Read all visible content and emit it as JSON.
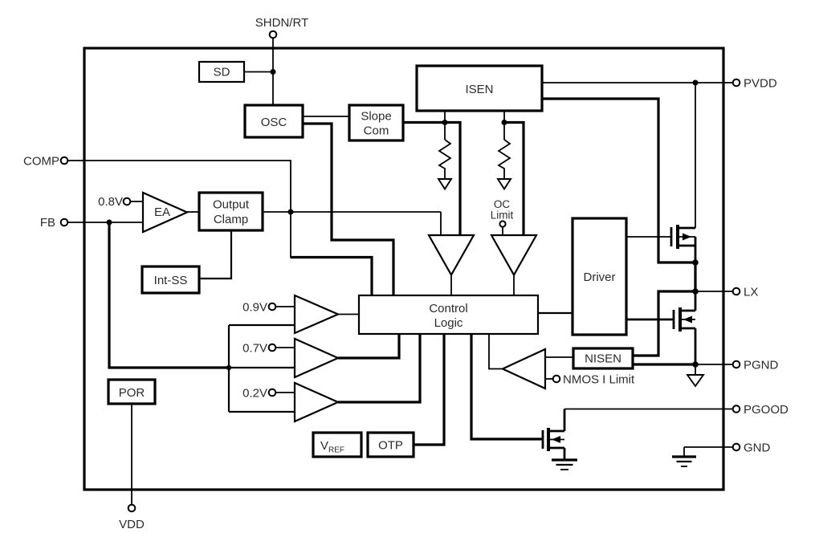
{
  "pins": {
    "shdn_rt": "SHDN/RT",
    "comp": "COMP",
    "fb": "FB",
    "vdd": "VDD",
    "pvdd": "PVDD",
    "lx": "LX",
    "pgnd": "PGND",
    "pgood": "PGOOD",
    "gnd": "GND"
  },
  "blocks": {
    "sd": "SD",
    "osc": "OSC",
    "slope_com": {
      "line1": "Slope",
      "line2": "Com"
    },
    "isen": "ISEN",
    "ea": "EA",
    "output_clamp": {
      "line1": "Output",
      "line2": "Clamp"
    },
    "int_ss": "Int-SS",
    "por": "POR",
    "control_logic": {
      "line1": "Control",
      "line2": "Logic"
    },
    "driver": "Driver",
    "nisen": "NISEN",
    "vref": {
      "main": "V",
      "sub": "REF"
    },
    "otp": "OTP"
  },
  "references": {
    "v0_8": "0.8V",
    "v0_9": "0.9V",
    "v0_7": "0.7V",
    "v0_2": "0.2V"
  },
  "labels": {
    "oc_limit": {
      "line1": "OC",
      "line2": "Limit"
    },
    "nmos_i_limit": "NMOS I Limit"
  },
  "colors": {
    "background": "#ffffff",
    "line": "#000000",
    "text": "#2b2b2b"
  }
}
